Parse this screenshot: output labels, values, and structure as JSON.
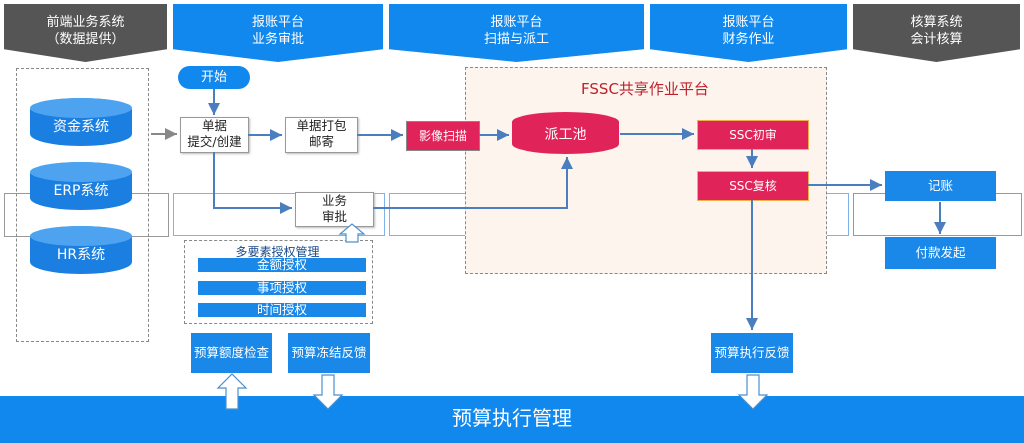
{
  "headers": [
    {
      "line1": "前端业务系统",
      "line2": "（数据提供）",
      "style": "gray"
    },
    {
      "line1": "报账平台",
      "line2": "业务审批",
      "style": "blue"
    },
    {
      "line1": "报账平台",
      "line2": "扫描与派工",
      "style": "blue"
    },
    {
      "line1": "报账平台",
      "line2": "财务作业",
      "style": "blue"
    },
    {
      "line1": "核算系统",
      "line2": "会计核算",
      "style": "gray"
    }
  ],
  "source_systems": [
    "资金系统",
    "ERP系统",
    "HR系统"
  ],
  "start": "开始",
  "submit": {
    "line1": "单据",
    "line2": "提交/创建"
  },
  "package": {
    "line1": "单据打包",
    "line2": "邮寄"
  },
  "biz_approval": {
    "line1": "业务",
    "line2": "审批"
  },
  "auth": {
    "title": "多要素授权管理",
    "items": [
      "金额授权",
      "事项授权",
      "时间授权"
    ]
  },
  "fssc": {
    "title": "FSSC共享作业平台",
    "scan": "影像扫描",
    "pool": "派工池",
    "first_review": "SSC初审",
    "recheck": "SSC复核"
  },
  "accounting": {
    "bookkeeping": "记账",
    "payment": "付款发起"
  },
  "budget": {
    "check": "预算额度检查",
    "freeze": "预算冻结反馈",
    "exec_feedback": "预算执行反馈",
    "main": "预算执行管理"
  },
  "colors": {
    "blue": "#1188ee",
    "gray": "#555555",
    "red": "#e02459",
    "arrow": "#4a7ebf"
  }
}
